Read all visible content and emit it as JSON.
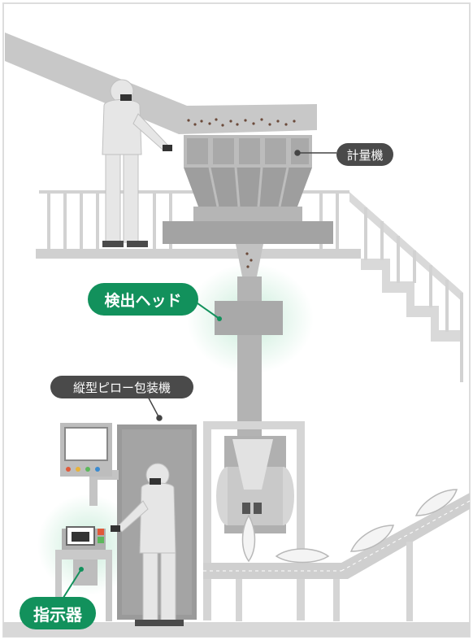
{
  "labels": {
    "weigher": "計量機",
    "detection_head": "検出ヘッド",
    "packaging_machine": "縦型ピロー包装機",
    "indicator": "指示器"
  },
  "colors": {
    "frame": "#e0e0e0",
    "machine_light": "#c9c9c9",
    "machine_mid": "#a6a6a6",
    "machine_dark": "#8c8c8c",
    "label_dark": "#4a4a4a",
    "label_green": "#12915c",
    "glow": "#c8ecd9",
    "product": "#6b4a3a"
  }
}
